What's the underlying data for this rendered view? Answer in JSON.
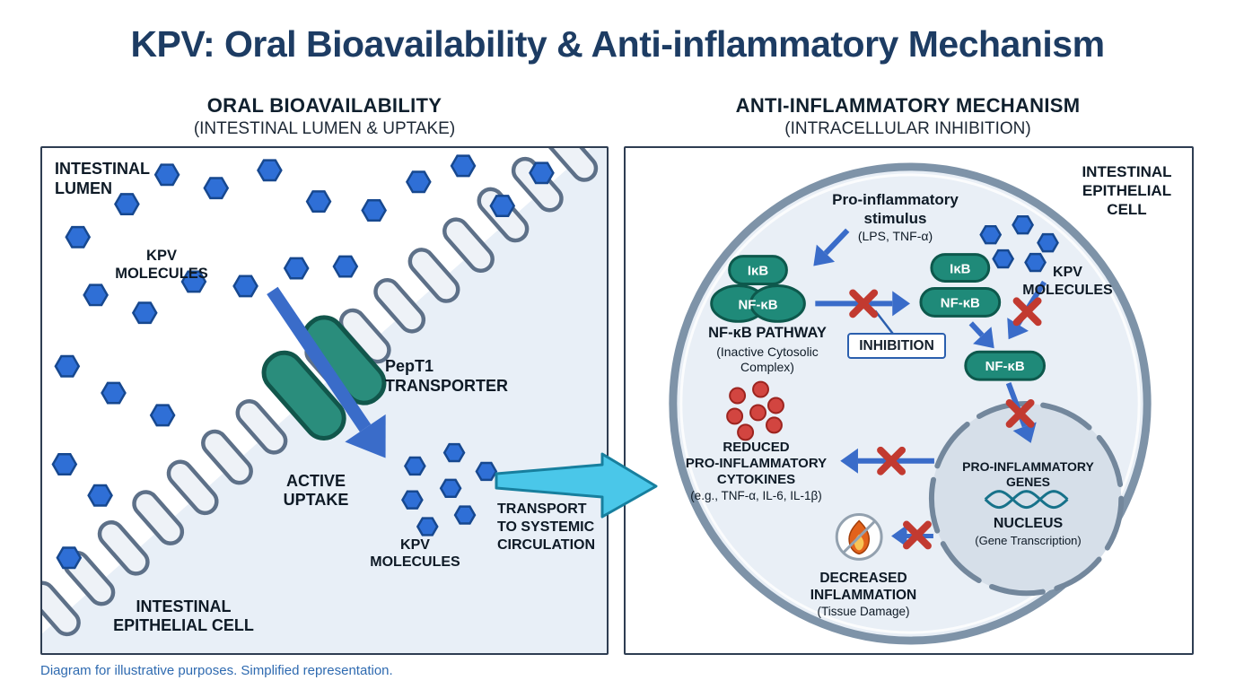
{
  "title": "KPV: Oral Bioavailability & Anti-inflammatory Mechanism",
  "footer": "Diagram for illustrative purposes. Simplified representation.",
  "left": {
    "header": "ORAL BIOAVAILABILITY",
    "subheader": "(INTESTINAL LUMEN & UPTAKE)",
    "lumen_label": "INTESTINAL\nLUMEN",
    "kpv_lumen_label": "KPV\nMOLECULES",
    "pept1_label": "PepT1\nTRANSPORTER",
    "active_uptake_label": "ACTIVE\nUPTAKE",
    "kpv_cell_label": "KPV\nMOLECULES",
    "transport_label": "TRANSPORT\nTO SYSTEMIC\nCIRCULATION",
    "cell_label": "INTESTINAL\nEPITHELIAL CELL"
  },
  "right": {
    "header": "ANTI-INFLAMMATORY MECHANISM",
    "subheader": "(INTRACELLULAR INHIBITION)",
    "cell_label": "INTESTINAL\nEPITHELIAL\nCELL",
    "stimulus_label": "Pro-inflammatory\nstimulus",
    "stimulus_sub": "(LPS, TNF-α)",
    "ikb_left": "IκB",
    "nfkb_left": "NF-κB",
    "pathway_label": "NF-κB PATHWAY",
    "pathway_sub": "(Inactive Cytosolic\nComplex)",
    "inhibition_label": "INHIBITION",
    "ikb_right": "IκB",
    "nfkb_right": "NF-κB",
    "kpv_label": "KPV\nMOLECULES",
    "nfkb_free": "NF-κB",
    "genes_label": "PRO-INFLAMMATORY\nGENES",
    "nucleus_label": "NUCLEUS",
    "nucleus_sub": "(Gene Transcription)",
    "cytokines_label": "REDUCED\nPRO-INFLAMMATORY\nCYTOKINES",
    "cytokines_sub": "(e.g., TNF-α, IL-6, IL-1β)",
    "inflammation_label": "DECREASED\nINFLAMMATION",
    "inflammation_sub": "(Tissue Damage)"
  },
  "icons": {
    "kpv_molecule": "blue-hexagon",
    "transporter": "teal-channel-barrels",
    "uptake_arrow": "blue-arrow",
    "transport_arrow": "cyan-fat-arrow",
    "inhibition_mark": "red-x",
    "dna": "double-helix",
    "inflammation": "flame-in-crossed-circle",
    "cytokine_dot": "red-dot",
    "microvilli": "looped-brush-border"
  },
  "colors": {
    "title_navy": "#1d3c63",
    "label_dark": "#0e1a26",
    "hexagon_blue": "#2f6fd6",
    "teal": "#1f8a79",
    "arrow_blue": "#3a6cc9",
    "cyan_arrow": "#4ac7e9",
    "red_x": "#c23a30",
    "cell_fill": "#e9eff6",
    "nucleus_fill": "#d6dfe9",
    "footer_blue": "#2e6ab0"
  }
}
